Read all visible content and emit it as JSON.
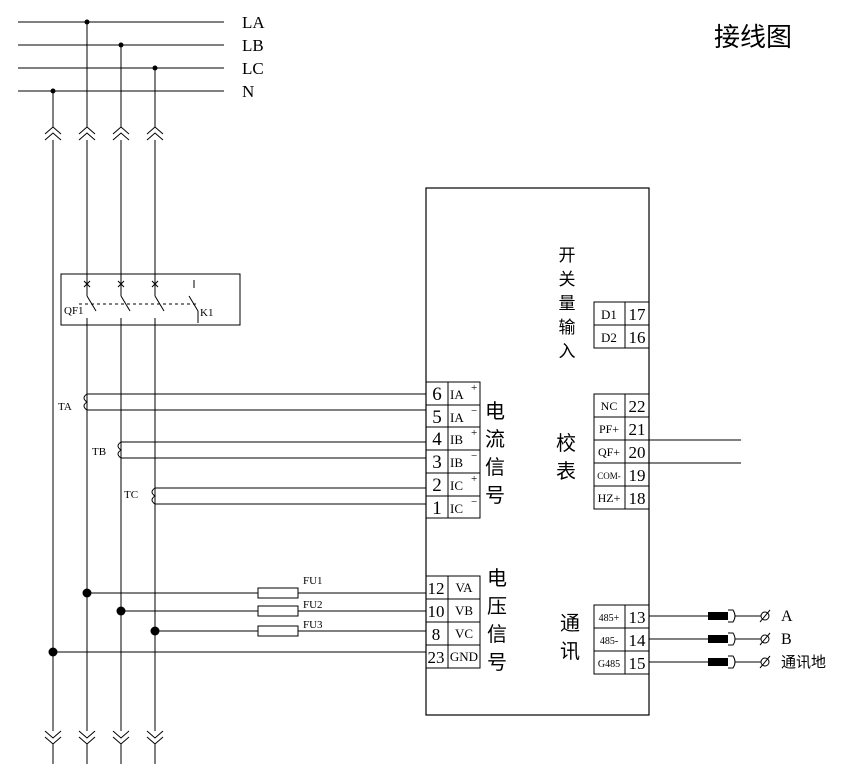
{
  "title": "接线图",
  "bus_labels": [
    "LA",
    "LB",
    "LC",
    "N"
  ],
  "breaker": {
    "left_label": "QF1",
    "right_label": "K1"
  },
  "ct_labels": [
    "TA",
    "TB",
    "TC"
  ],
  "fuse_labels": [
    "FU1",
    "FU2",
    "FU3"
  ],
  "group_labels": {
    "switch_input": [
      "开",
      "关",
      "量",
      "输",
      "入"
    ],
    "current_signal": [
      "电",
      "流",
      "信",
      "号"
    ],
    "calibration": [
      "校",
      "表"
    ],
    "voltage_signal": [
      "电",
      "压",
      "信",
      "号"
    ],
    "communication": [
      "通",
      "讯"
    ]
  },
  "current_terminals": [
    {
      "num": "6",
      "name": "IA",
      "sign": "+"
    },
    {
      "num": "5",
      "name": "IA",
      "sign": "−"
    },
    {
      "num": "4",
      "name": "IB",
      "sign": "+"
    },
    {
      "num": "3",
      "name": "IB",
      "sign": "−"
    },
    {
      "num": "2",
      "name": "IC",
      "sign": "+"
    },
    {
      "num": "1",
      "name": "IC",
      "sign": "−"
    }
  ],
  "voltage_terminals": [
    {
      "num": "12",
      "name": "VA"
    },
    {
      "num": "10",
      "name": "VB"
    },
    {
      "num": "8",
      "name": "VC"
    },
    {
      "num": "23",
      "name": "GND"
    }
  ],
  "switch_terminals": [
    {
      "name": "D1",
      "num": "17"
    },
    {
      "name": "D2",
      "num": "16"
    }
  ],
  "calibration_terminals": [
    {
      "name": "NC",
      "num": "22"
    },
    {
      "name": "PF+",
      "num": "21"
    },
    {
      "name": "QF+",
      "num": "20"
    },
    {
      "name": "COM-",
      "num": "19"
    },
    {
      "name": "HZ+",
      "num": "18"
    }
  ],
  "comm_terminals": [
    {
      "name": "485+",
      "num": "13"
    },
    {
      "name": "485-",
      "num": "14"
    },
    {
      "name": "G485",
      "num": "15"
    }
  ],
  "comm_outputs": [
    "A",
    "B",
    "通讯地"
  ]
}
